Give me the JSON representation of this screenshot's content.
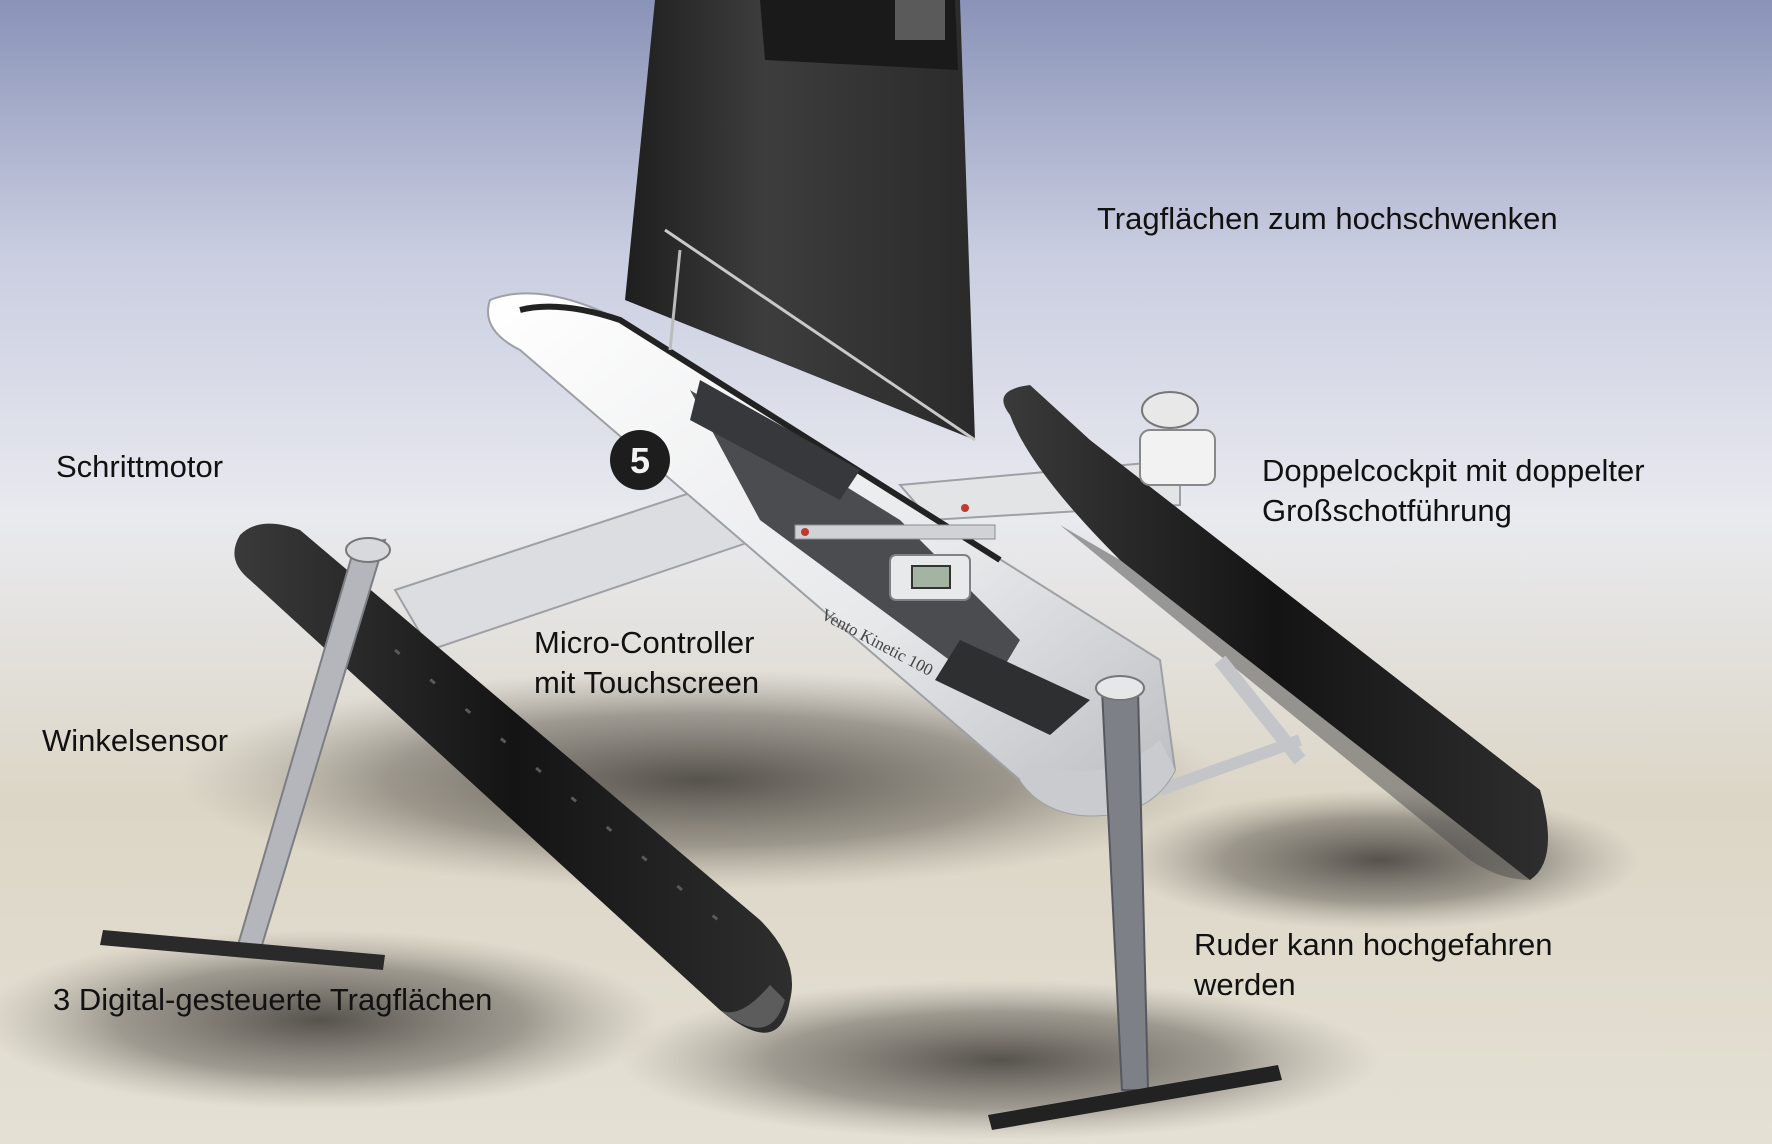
{
  "colors": {
    "sky_top": "#8a93b8",
    "sky_mid": "#dfe2ea",
    "ground": "#d9d3c2",
    "hull": "#f1f2f3",
    "black": "#1b1b1b",
    "sail": "#333333",
    "strut": "#a7a9ae",
    "shadow": "#3e3a36"
  },
  "hull_text": {
    "sail_number": "5",
    "brand": "Vento Kinetic 100"
  },
  "labels": {
    "tragflaechen_hoch": "Tragflächen zum hochschwenken",
    "schrittmotor": "Schrittmotor",
    "doppelcockpit": [
      "Doppelcockpit mit doppelter",
      "Großschotführung"
    ],
    "micro_controller": [
      "Micro-Controller",
      "mit Touchscreen"
    ],
    "winkelsensor": "Winkelsensor",
    "ruder": [
      "Ruder kann hochgefahren",
      "werden"
    ],
    "digital_tragflaechen": "3 Digital-gesteuerte Tragflächen"
  }
}
